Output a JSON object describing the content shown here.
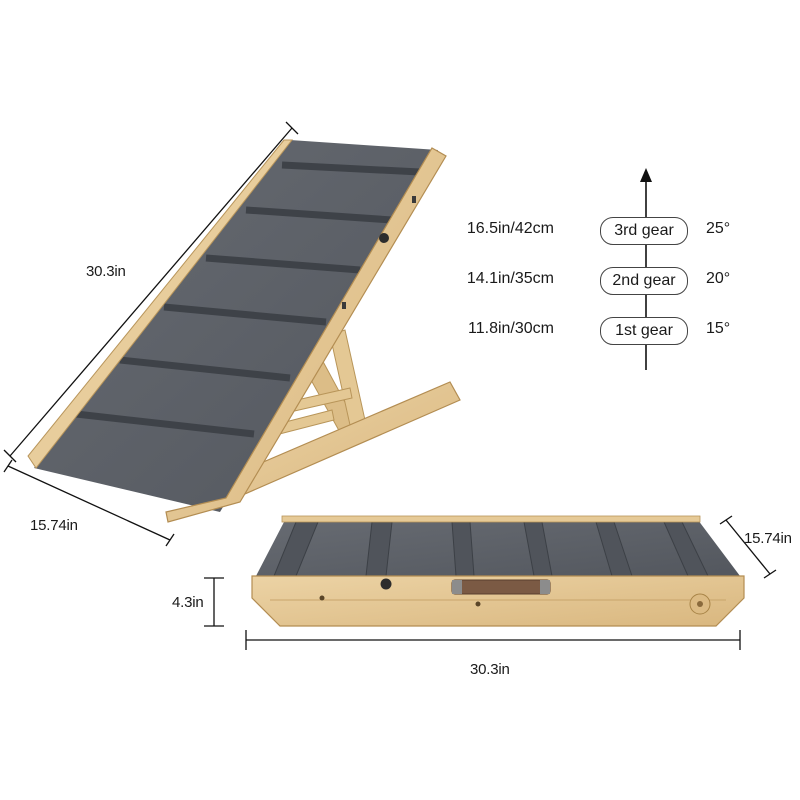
{
  "dimensions": {
    "incline_length": "30.3in",
    "incline_width": "15.74in",
    "folded_height": "4.3in",
    "folded_width": "15.74in",
    "folded_length": "30.3in"
  },
  "gears": [
    {
      "height": "16.5in/42cm",
      "label": "3rd gear",
      "angle": "25°"
    },
    {
      "height": "14.1in/35cm",
      "label": "2nd gear",
      "angle": "20°"
    },
    {
      "height": "11.8in/30cm",
      "label": "1st gear",
      "angle": "15°"
    }
  ],
  "colors": {
    "wood": "#e6c996",
    "wood_dark": "#c9a46a",
    "carpet": "#5b5f66",
    "carpet_stripe": "#474b52",
    "handle": "#7b5a44"
  }
}
